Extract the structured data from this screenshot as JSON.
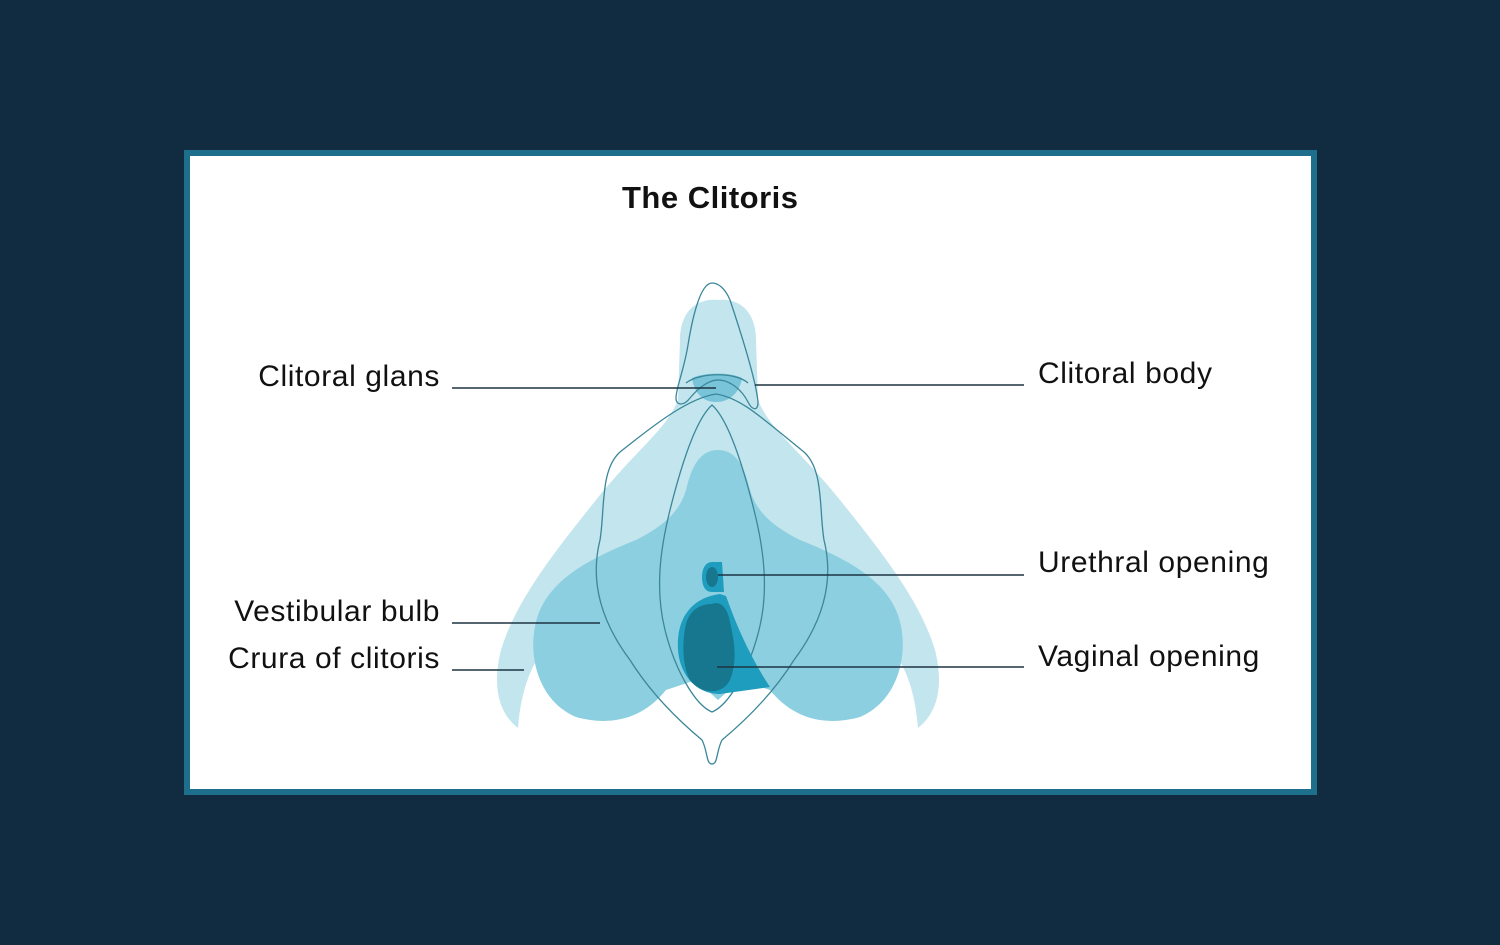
{
  "diagram": {
    "title": "The Clitoris",
    "labels": {
      "clitoral_glans": "Clitoral glans",
      "clitoral_body": "Clitoral body",
      "urethral_opening": "Urethral opening",
      "vestibular_bulb": "Vestibular bulb",
      "crura_of_clitoris": "Crura of clitoris",
      "vaginal_opening": "Vaginal opening"
    },
    "colors": {
      "background": "#112c40",
      "frame_border": "#1e6f8c",
      "panel": "#ffffff",
      "crura_fill": "#c3e5ee",
      "bulb_fill": "#8ccfe0",
      "glans_fill": "#79c4d8",
      "vagina_fill": "#1f9dbf",
      "vagina_inner": "#16778f",
      "outline": "#3b8799",
      "leader_line": "#1d3442"
    }
  }
}
